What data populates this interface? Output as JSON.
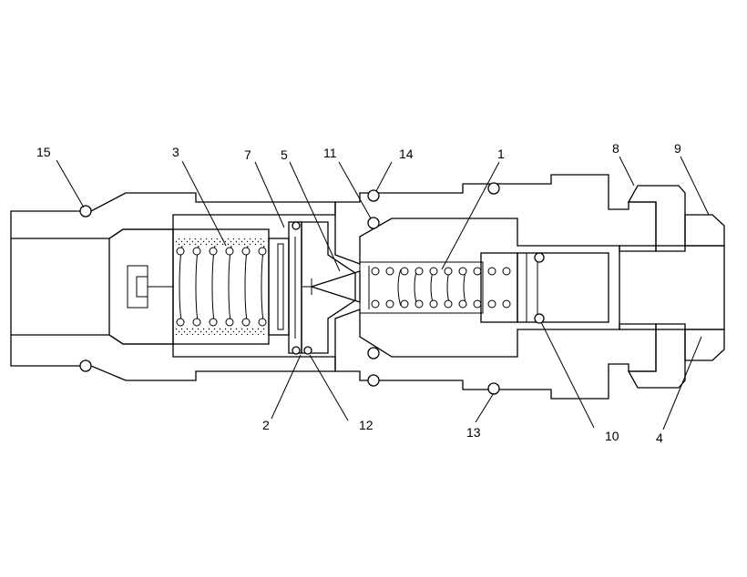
{
  "diagram": {
    "callouts": [
      {
        "id": "15",
        "text": "15"
      },
      {
        "id": "3",
        "text": "3"
      },
      {
        "id": "7",
        "text": "7"
      },
      {
        "id": "5",
        "text": "5"
      },
      {
        "id": "11",
        "text": "11"
      },
      {
        "id": "14",
        "text": "14"
      },
      {
        "id": "1",
        "text": "1"
      },
      {
        "id": "8",
        "text": "8"
      },
      {
        "id": "9",
        "text": "9"
      },
      {
        "id": "2",
        "text": "2"
      },
      {
        "id": "12",
        "text": "12"
      },
      {
        "id": "13",
        "text": "13"
      },
      {
        "id": "10",
        "text": "10"
      },
      {
        "id": "4",
        "text": "4"
      }
    ]
  }
}
